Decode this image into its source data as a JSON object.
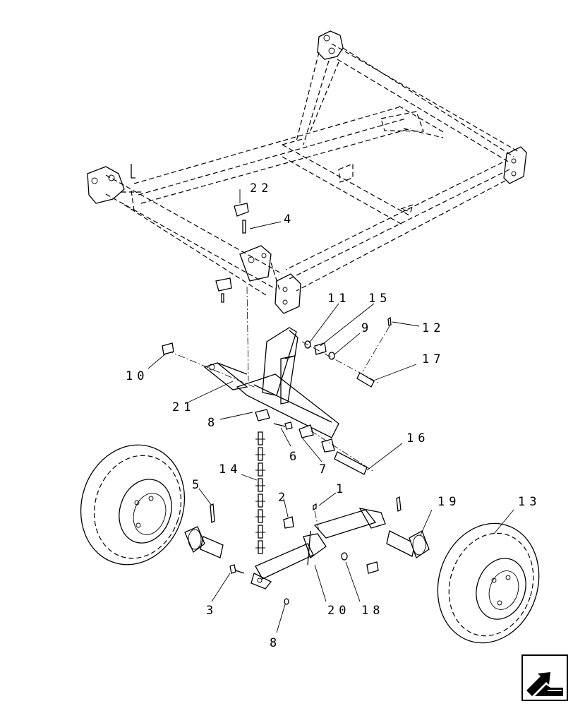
{
  "callouts": {
    "c1": "1",
    "c2": "2",
    "c3": "3",
    "c4": "4",
    "c5": "5",
    "c6": "6",
    "c7": "7",
    "c8a": "8",
    "c8b": "8",
    "c9": "9",
    "c10": "10",
    "c11": "11",
    "c12": "12",
    "c13": "13",
    "c14": "14",
    "c15": "15",
    "c16": "16",
    "c17": "17",
    "c18": "18",
    "c19": "19",
    "c20": "20",
    "c21": "21",
    "c22": "22"
  },
  "icons": {
    "nav": "next-page-arrow-icon"
  }
}
